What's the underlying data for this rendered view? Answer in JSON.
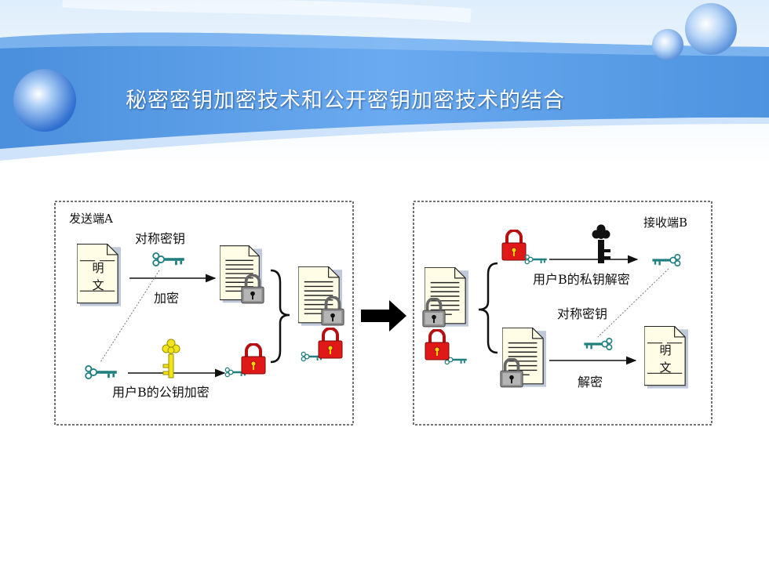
{
  "slide": {
    "title": "秘密密钥加密技术和公开密钥加密技术的结合"
  },
  "sender": {
    "label": "发送端A",
    "symmetric_key_label": "对称密钥",
    "encrypt_label": "加密",
    "public_key_label": "用户B的公钥加密",
    "plaintext_line1": "明",
    "plaintext_line2": "文"
  },
  "receiver": {
    "label": "接收端B",
    "private_key_label": "用户B的私钥解密",
    "symmetric_key_label": "对称密钥",
    "decrypt_label": "解密",
    "plaintext_line1": "明",
    "plaintext_line2": "文"
  },
  "colors": {
    "banner_blue": "#5b9be0",
    "lock_red": "#e01818",
    "lock_gray": "#8a8a8a",
    "key_teal": "#1f8a8a",
    "key_yellow": "#f2e61a",
    "key_black": "#111111",
    "doc_fill": "#fffde0"
  }
}
